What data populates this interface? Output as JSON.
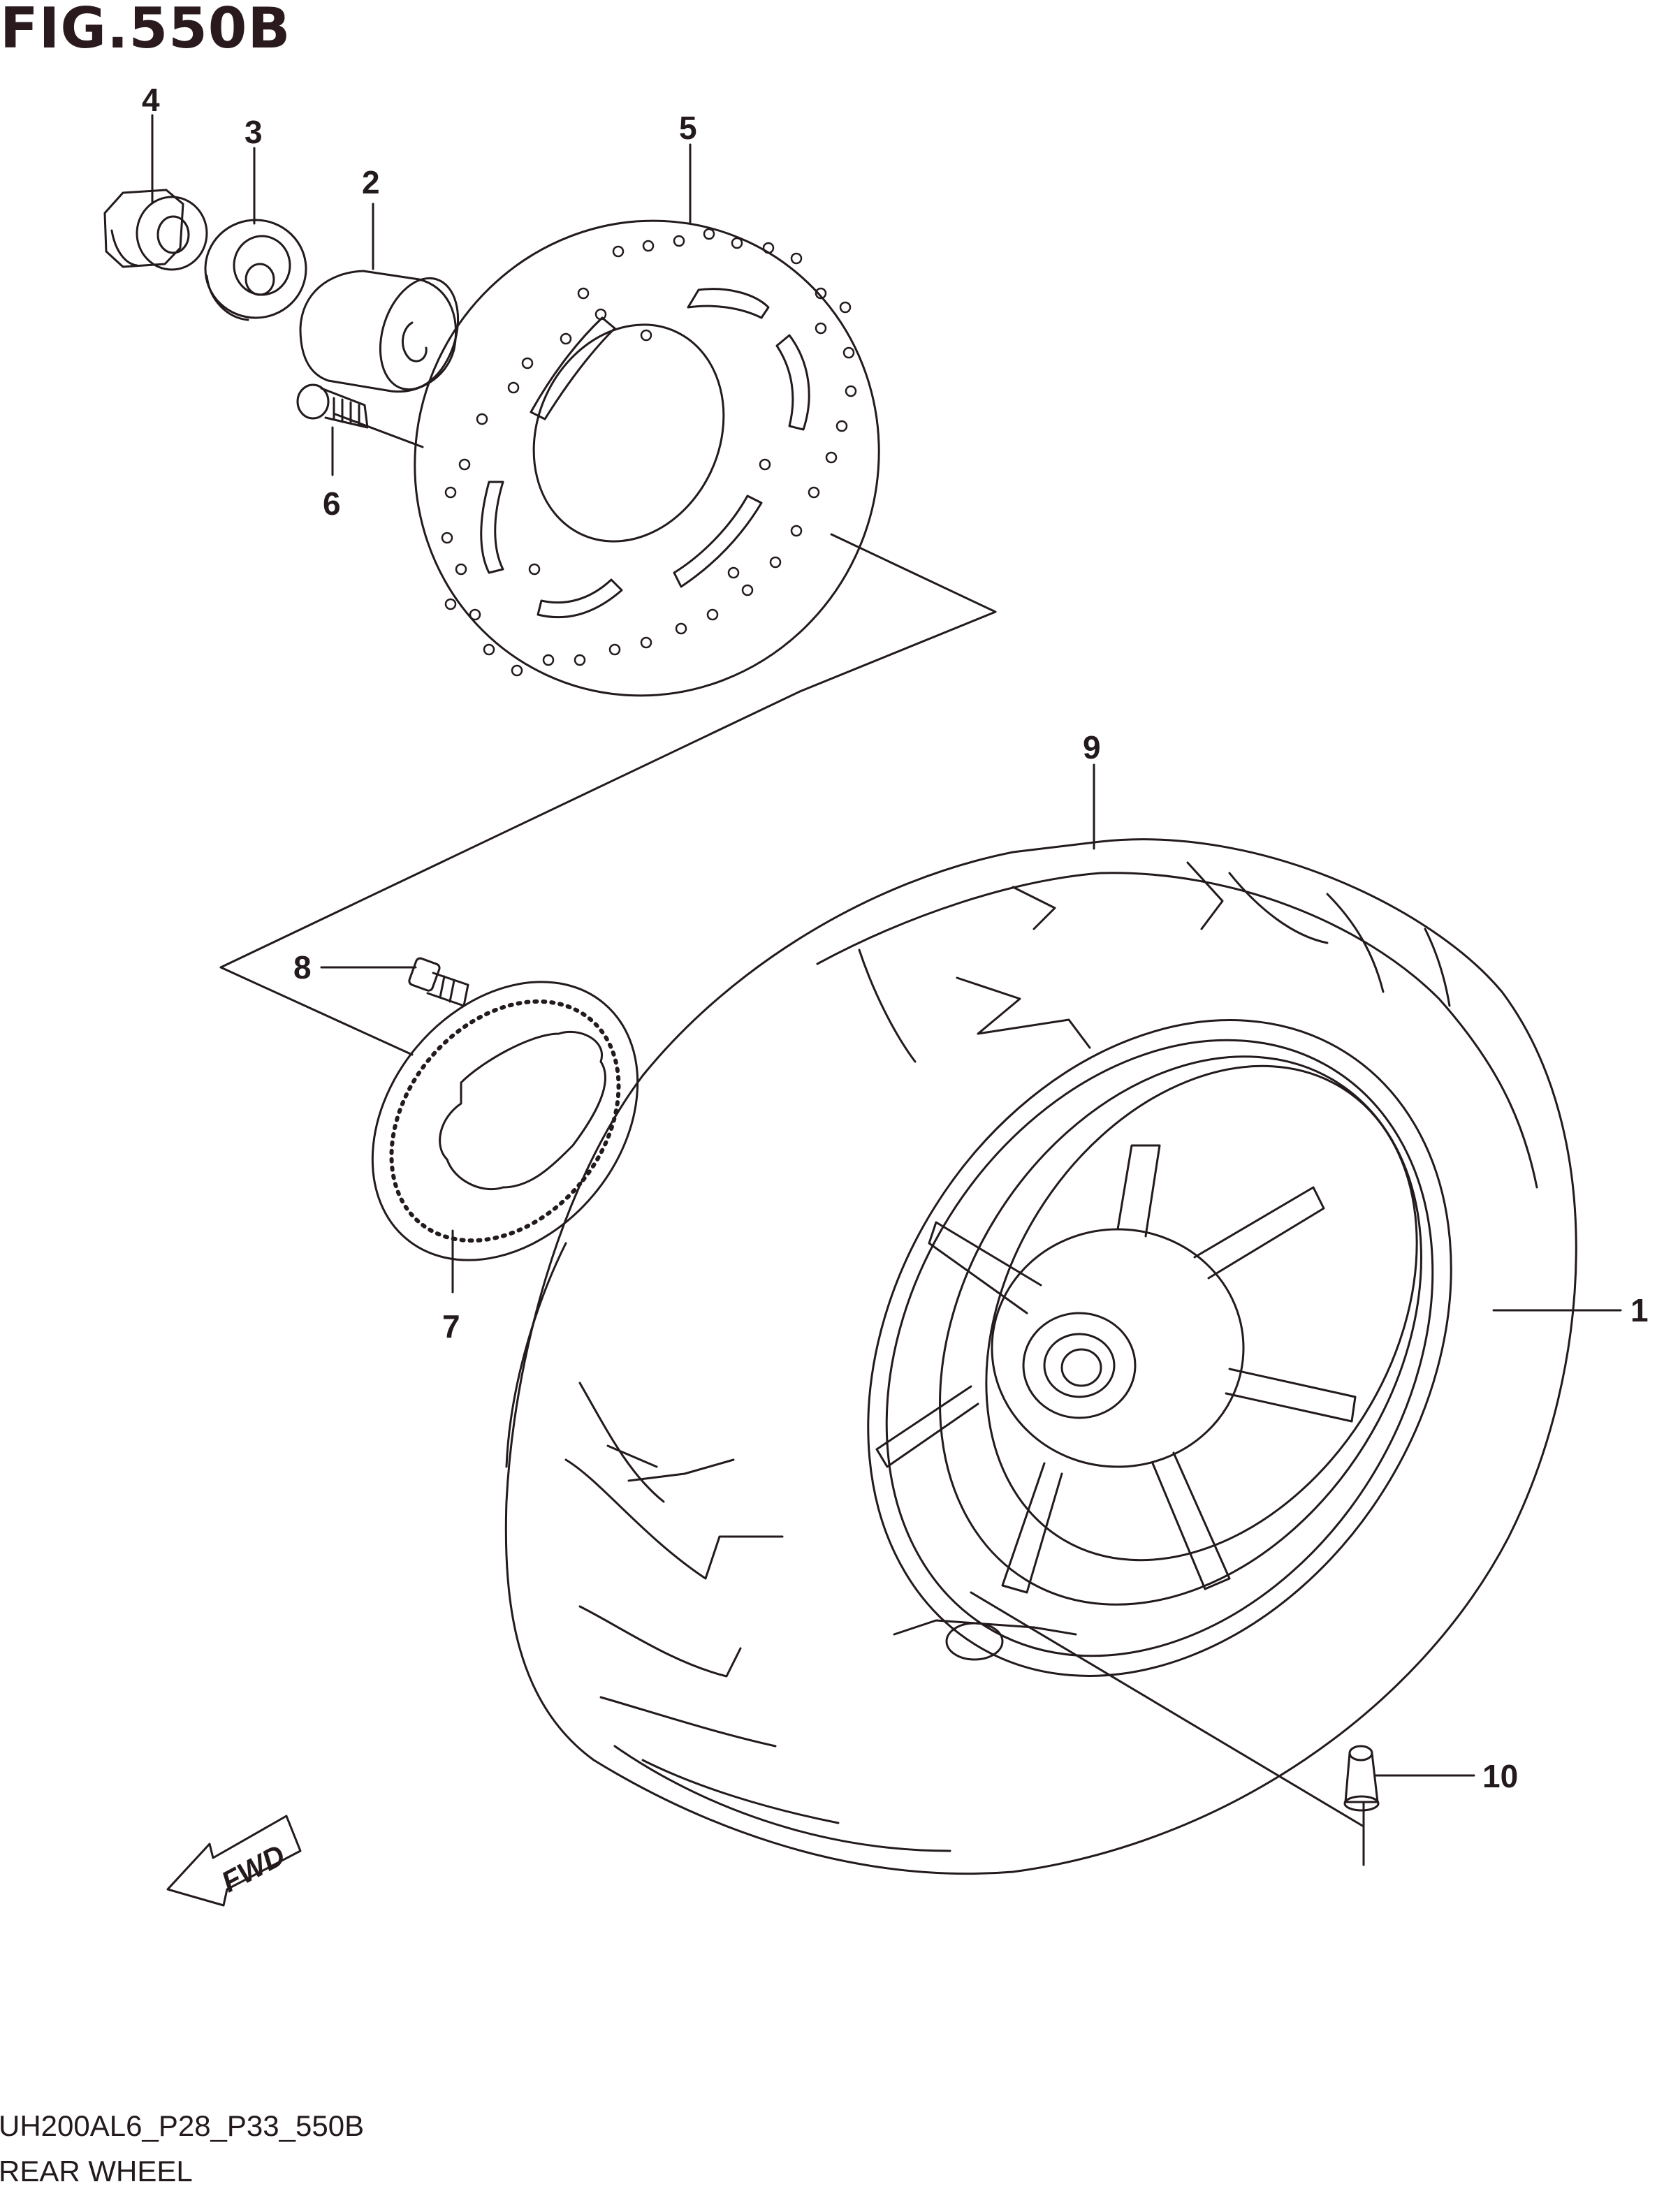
{
  "figure": {
    "title": "FIG.550B"
  },
  "callouts": {
    "c1": "1",
    "c2": "2",
    "c3": "3",
    "c4": "4",
    "c5": "5",
    "c6": "6",
    "c7": "7",
    "c8": "8",
    "c9": "9",
    "c10": "10"
  },
  "fwd_label": "FWD",
  "footer": {
    "code": "UH200AL6_P28_P33_550B",
    "name": "REAR WHEEL"
  }
}
